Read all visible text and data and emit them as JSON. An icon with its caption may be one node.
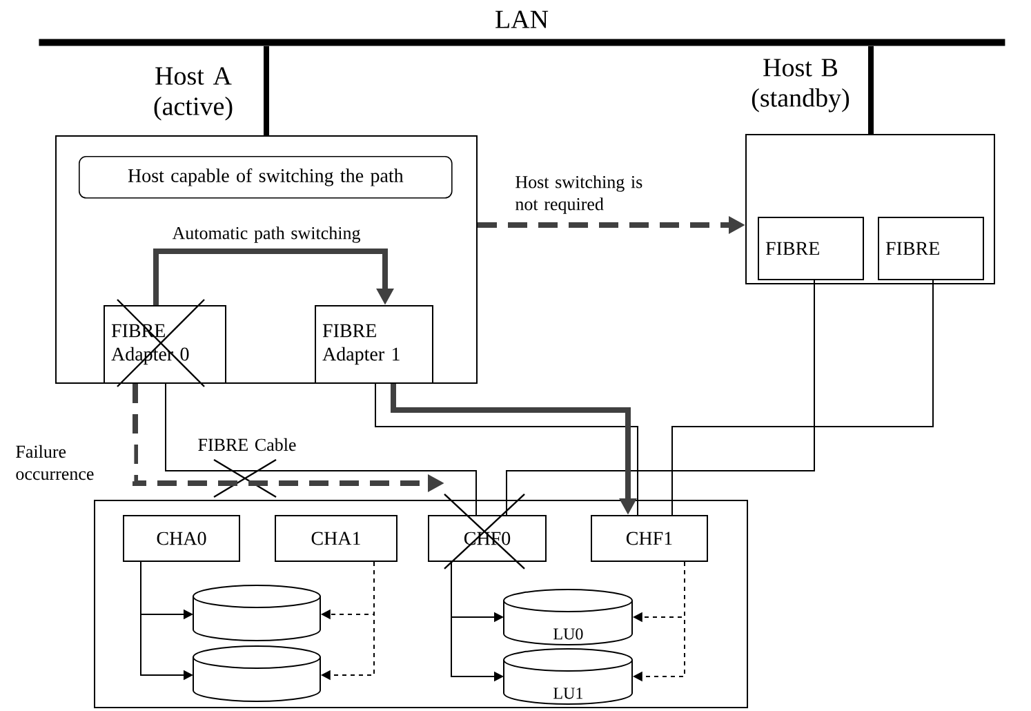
{
  "diagram": {
    "nodes": [
      {
        "text": [
          "LAN"
        ]
      },
      {
        "text": [
          "Host A (active)"
        ]
      },
      {
        "text": [
          "Host capable of switching the path"
        ],
        "in": 1
      },
      {
        "text": [
          "FIBRE Adapter 0"
        ],
        "in": 1
      },
      {
        "text": [
          "FIBRE Adapter 1"
        ],
        "in": 1
      },
      {
        "text": [
          "Host B (standby)"
        ]
      },
      {
        "text": [
          "FIBRE"
        ],
        "in": 5
      },
      {
        "text": [
          "FIBRE"
        ],
        "in": 5
      },
      {
        "text": [],
        "shape": "box"
      },
      {
        "text": [
          "CHA0"
        ],
        "in": 8
      },
      {
        "text": [
          "CHA1"
        ],
        "in": 8
      },
      {
        "text": [
          "CHF0"
        ],
        "in": 8
      },
      {
        "text": [
          "CHF1"
        ],
        "in": 8
      },
      {
        "text": [],
        "shape": "cylinder",
        "in": 8
      },
      {
        "text": [],
        "shape": "cylinder",
        "in": 8
      },
      {
        "text": [
          "LU0"
        ],
        "in": 8
      },
      {
        "text": [
          "LU1"
        ],
        "in": 8
      }
    ],
    "edges": [
      {
        "from": 1,
        "to": 0,
        "arrow": "none",
        "style": "thick"
      },
      {
        "from": 5,
        "to": 0,
        "arrow": "none",
        "style": "thick"
      },
      {
        "from": 3,
        "to": 4,
        "arrow": "to",
        "style": "thick",
        "color": "#404040",
        "label": "Automatic path switching"
      },
      {
        "from": 1,
        "to": 5,
        "arrow": "to",
        "style": "dashed",
        "color": "#404040",
        "label": "Host switching is not required"
      },
      {
        "from": 3,
        "to": 11,
        "arrow": "none",
        "label": "FIBRE Cable"
      },
      {
        "from": 4,
        "to": 12,
        "arrow": "none"
      },
      {
        "from": 6,
        "to": 11,
        "arrow": "none"
      },
      {
        "from": 7,
        "to": 12,
        "arrow": "none"
      },
      {
        "from": 4,
        "to": 12,
        "arrow": "to",
        "style": "thick",
        "color": "#404040"
      },
      {
        "from": 3,
        "to": 11,
        "arrow": "to",
        "style": "dashed",
        "color": "#404040",
        "label": "Failure occurrence"
      },
      {
        "from": 9,
        "to": 13,
        "arrow": "to"
      },
      {
        "from": 9,
        "to": 14,
        "arrow": "to"
      },
      {
        "from": 10,
        "to": 13,
        "arrow": "to",
        "style": "dashed"
      },
      {
        "from": 10,
        "to": 14,
        "arrow": "to",
        "style": "dashed"
      },
      {
        "from": 11,
        "to": 15,
        "arrow": "to"
      },
      {
        "from": 11,
        "to": 16,
        "arrow": "to"
      },
      {
        "from": 12,
        "to": 15,
        "arrow": "to",
        "style": "dashed"
      },
      {
        "from": 12,
        "to": 16,
        "arrow": "to",
        "style": "dashed"
      }
    ]
  }
}
